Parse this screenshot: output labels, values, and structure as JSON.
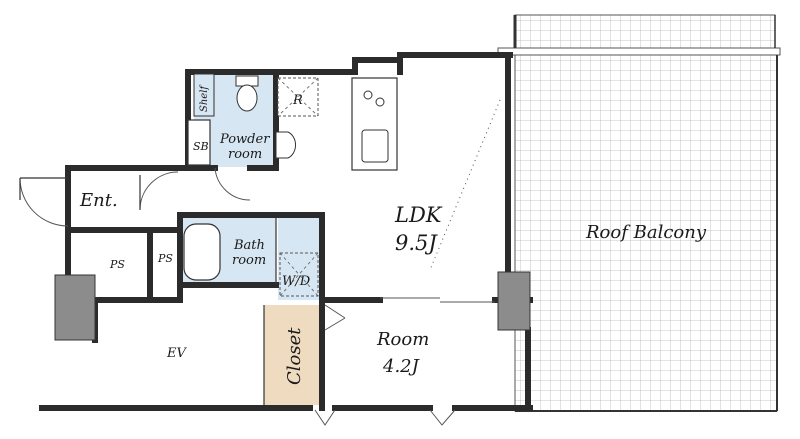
{
  "colors": {
    "wet_area": "#d6e6f2",
    "closet": "#efdcc0",
    "column": "#8c8c8c",
    "balcony_grid": "#b5b5b5",
    "wall": "#2b2b2b"
  },
  "rooms": {
    "entrance": "Ent.",
    "ldk_name": "LDK",
    "ldk_size": "9.5J",
    "room_name": "Room",
    "room_size": "4.2J",
    "roof_balcony": "Roof Balcony",
    "powder_room_line1": "Powder",
    "powder_room_line2": "room",
    "bathroom_line1": "Bath",
    "bathroom_line2": "room",
    "washer": "W/D",
    "refrigerator": "R",
    "shelf": "Shelf",
    "shoe_box": "SB",
    "pipe_space_1": "PS",
    "pipe_space_2": "PS",
    "elevator": "EV",
    "closet": "Closet"
  }
}
